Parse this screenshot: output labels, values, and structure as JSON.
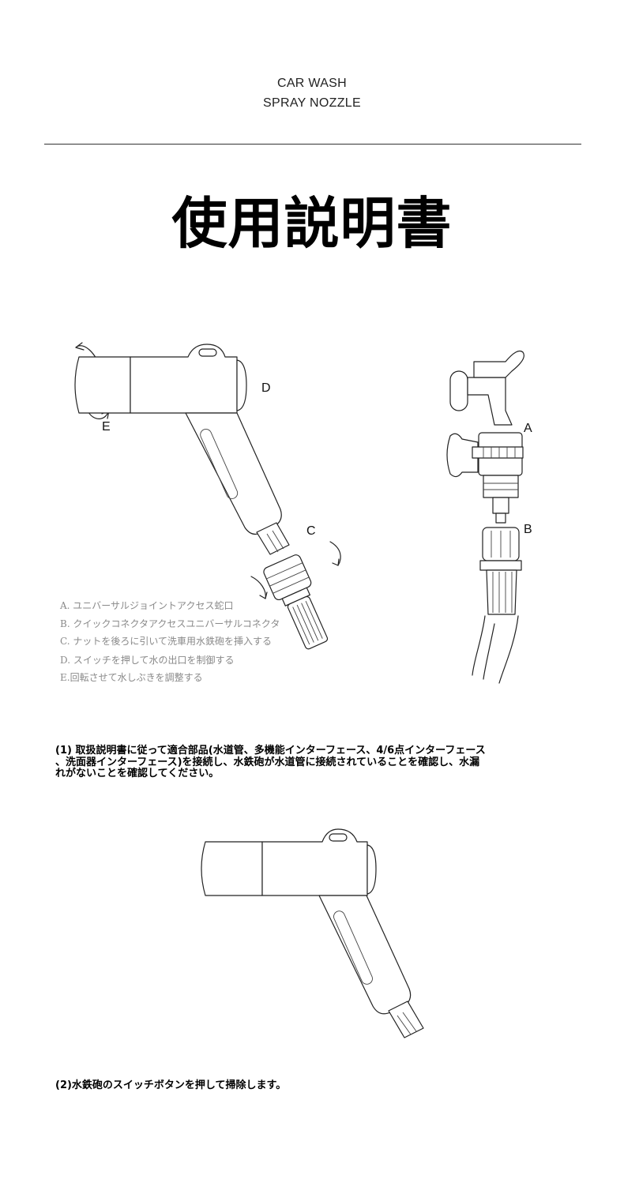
{
  "header": {
    "brand_line1": "CAR WASH",
    "brand_line2": "SPRAY NOZZLE",
    "title": "使用説明書"
  },
  "diagram": {
    "labels": {
      "a": "A",
      "b": "B",
      "c": "C",
      "d": "D",
      "e": "E"
    },
    "legend": [
      "A. ユニバーサルジョイントアクセス蛇口",
      "B. クイックコネクタアクセスユニバーサルコネクタ",
      "C. ナットを後ろに引いて洗車用水鉄砲を挿入する",
      "D. スイッチを押して水の出口を制御する",
      "E.回転させて水しぶきを調整する"
    ]
  },
  "steps": {
    "step1_line1": "(1) 取扱説明書に従って適合部品(水道管、多機能インターフェース、4/6点インターフェース",
    "step1_line2": "、洗面器インターフェース)を接続し、水鉄砲が水道管に接続されていることを確認し、水漏",
    "step1_line3": "れがないことを確認してください。",
    "step2": "(2)水鉄砲のスイッチボタンを押して掃除します。"
  }
}
